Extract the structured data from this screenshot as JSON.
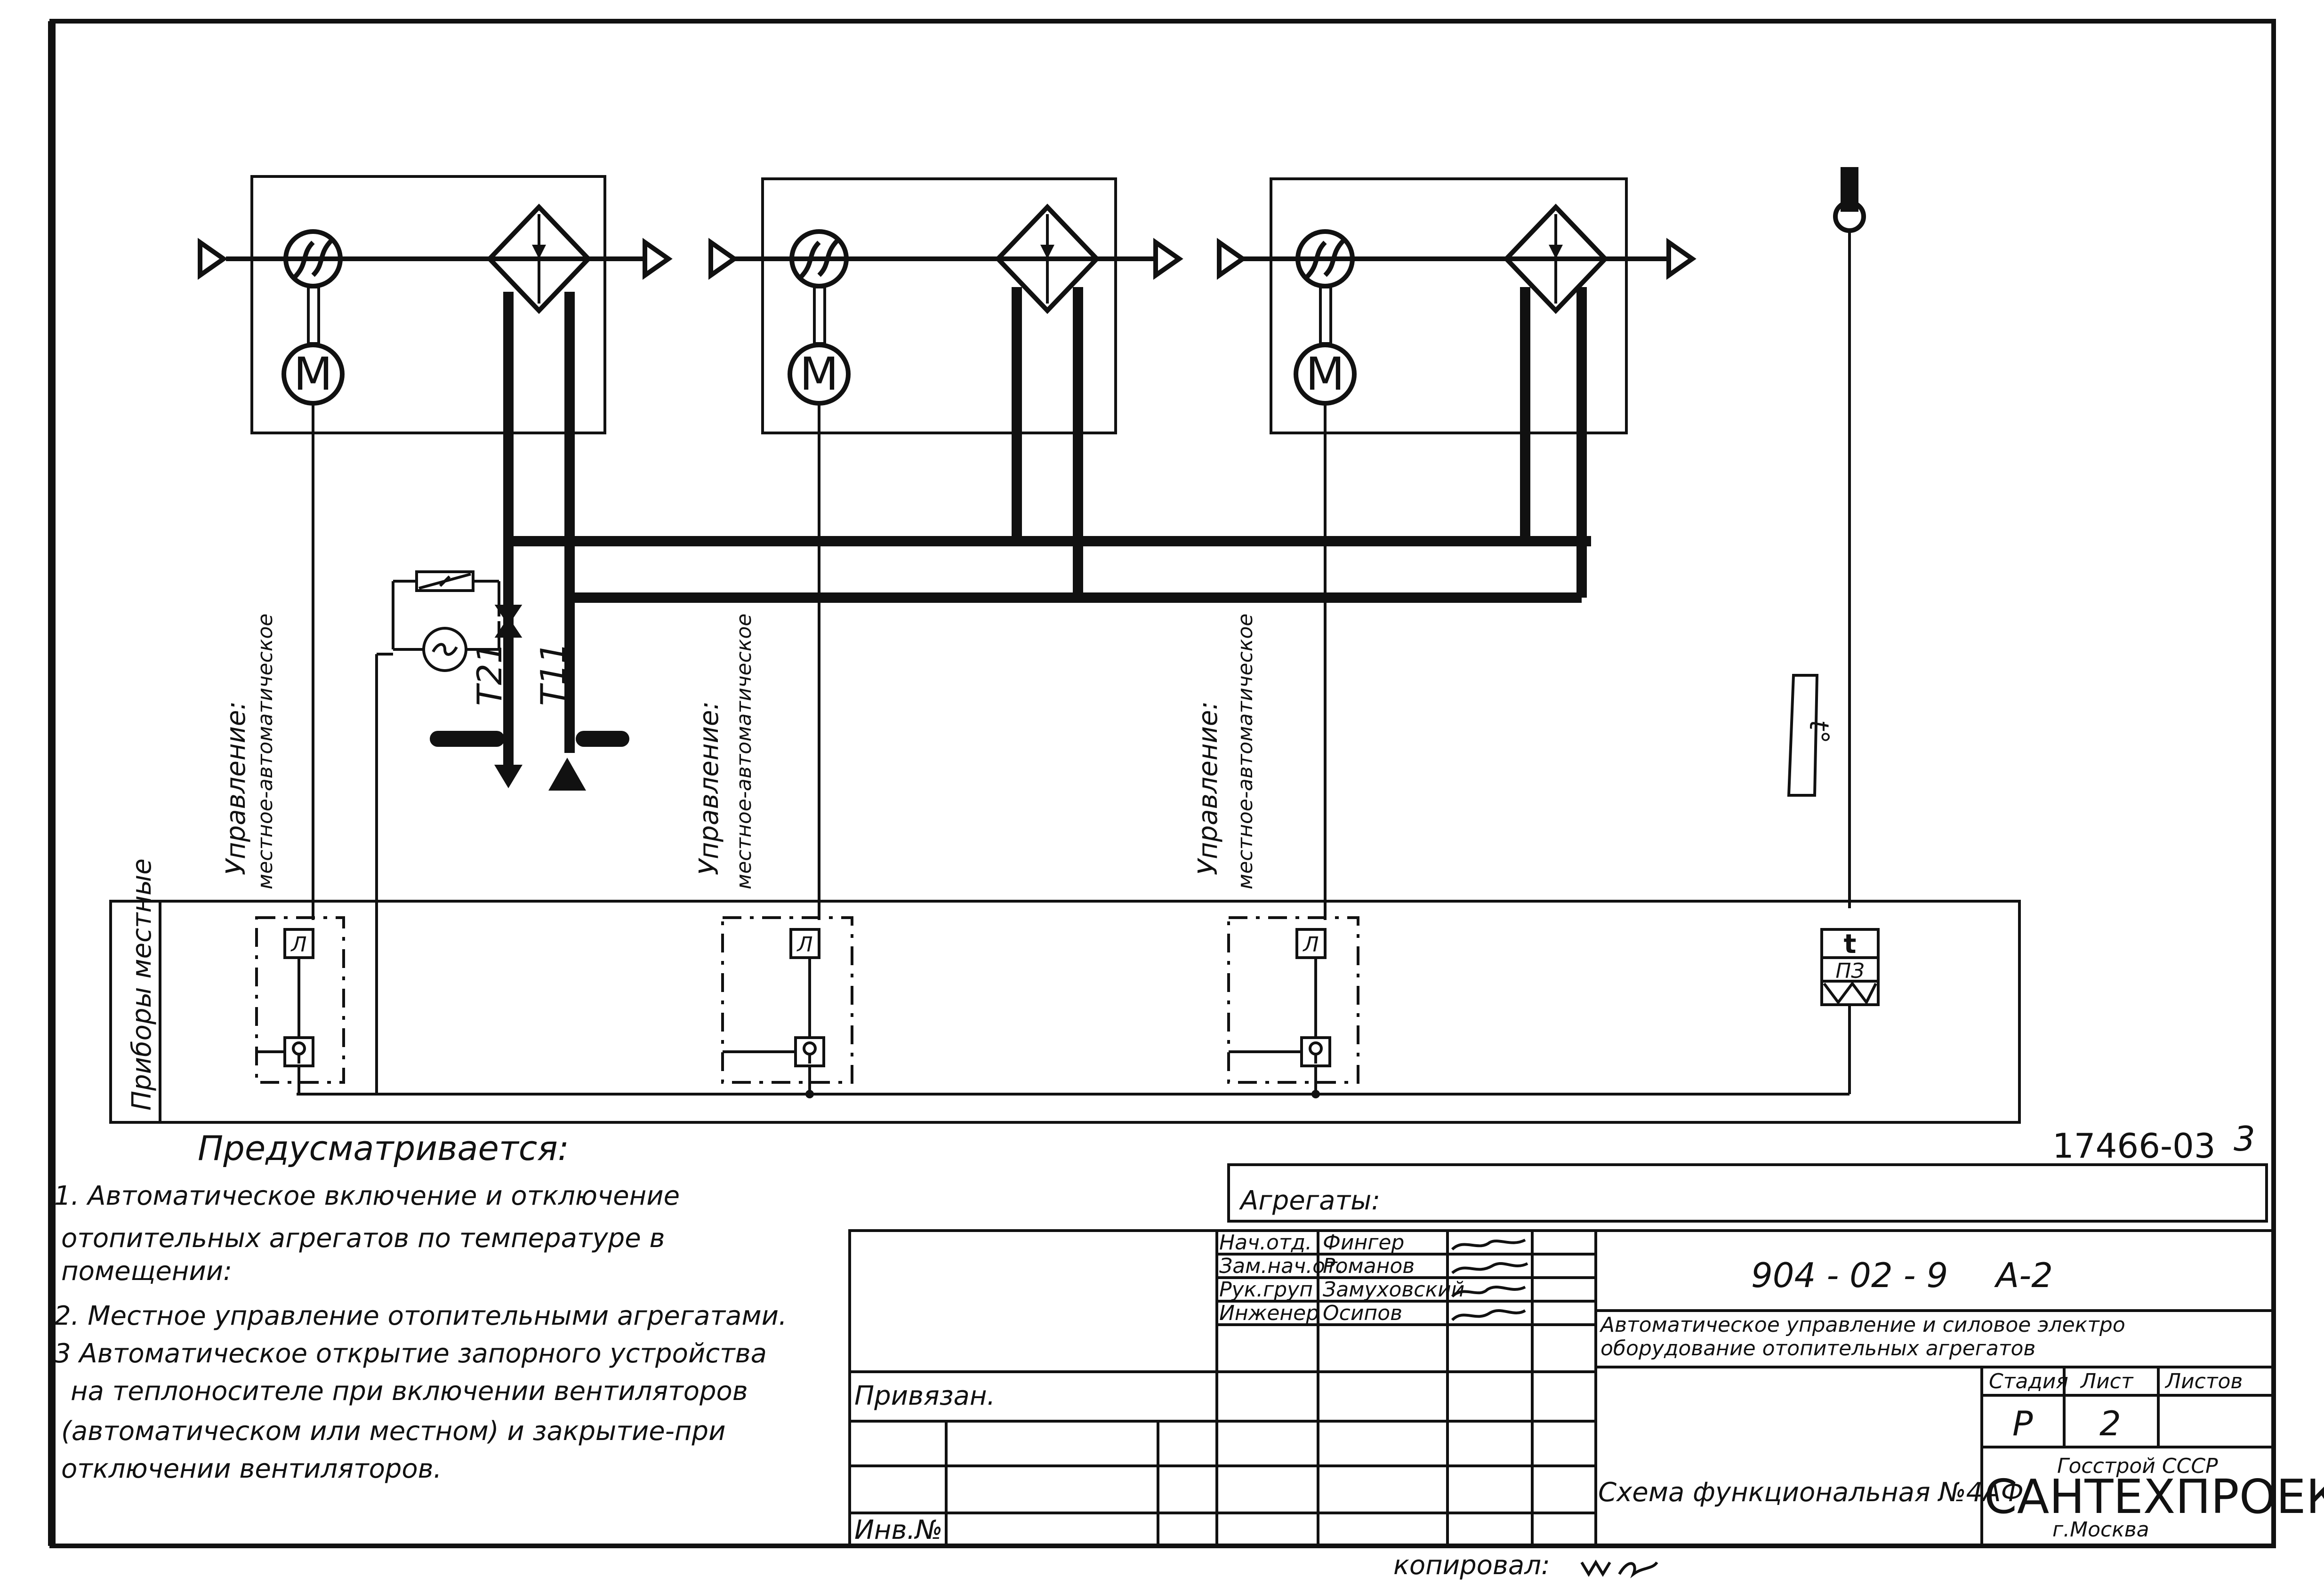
{
  "diagram": {
    "units": [
      {
        "motor_label": "M",
        "control_caption": "Управление:",
        "control_mode": "местное-автоматическое",
        "relay_label": "Л"
      },
      {
        "motor_label": "M",
        "control_caption": "Управление:",
        "control_mode": "местное-автоматическое",
        "relay_label": "Л"
      },
      {
        "motor_label": "M",
        "control_caption": "Управление:",
        "control_mode": "местное-автоматическое",
        "relay_label": "Л"
      }
    ],
    "pipe_labels": {
      "return": "Т21",
      "supply": "Т11"
    },
    "thermostat_label": "t",
    "controller_label": "ПЗ",
    "sensor_tag": "t°",
    "local_devices_label": "Приборы местные"
  },
  "notes": {
    "heading": "Предусматривается:",
    "items": [
      "1. Автоматическое включение и отключение",
      "отопительных агрегатов по температуре в",
      "помещении:",
      "2. Местное управление отопительными агрегатами.",
      "3 Автоматическое открытие запорного устройства",
      "на теплоносителе при включении вентиляторов",
      "(автоматическом или местном) и закрытие-при",
      "отключении вентиляторов."
    ]
  },
  "title_block": {
    "doc_number": "17466-03",
    "page_mark": "3",
    "aggregates_label": "Агрегаты:",
    "staff": [
      {
        "role": "Нач.отд.",
        "name": "Фингер"
      },
      {
        "role": "Зам.нач.от.",
        "name": "Романов"
      },
      {
        "role": "Рук.груп",
        "name": "Замуховский"
      },
      {
        "role": "Инженер",
        "name": "Осипов"
      }
    ],
    "project_code": "904 - 02 - 9",
    "album": "А-2",
    "title": "Автоматическое управление и силовое электро",
    "title_line2": "оборудование отопительных агрегатов",
    "stage_header": "Стадия",
    "sheet_header": "Лист",
    "sheets_header": "Листов",
    "stage": "Р",
    "sheet": "2",
    "sheets": "",
    "scheme_name": "Схема функциональная №4АФ",
    "org_top": "Госстрой СССР",
    "org_name": "САНТЕХПРОЕКТ",
    "org_city": "г.Москва",
    "bound_label": "Привязан.",
    "inv_label": "Инв.№",
    "copied_label": "копировал:"
  }
}
